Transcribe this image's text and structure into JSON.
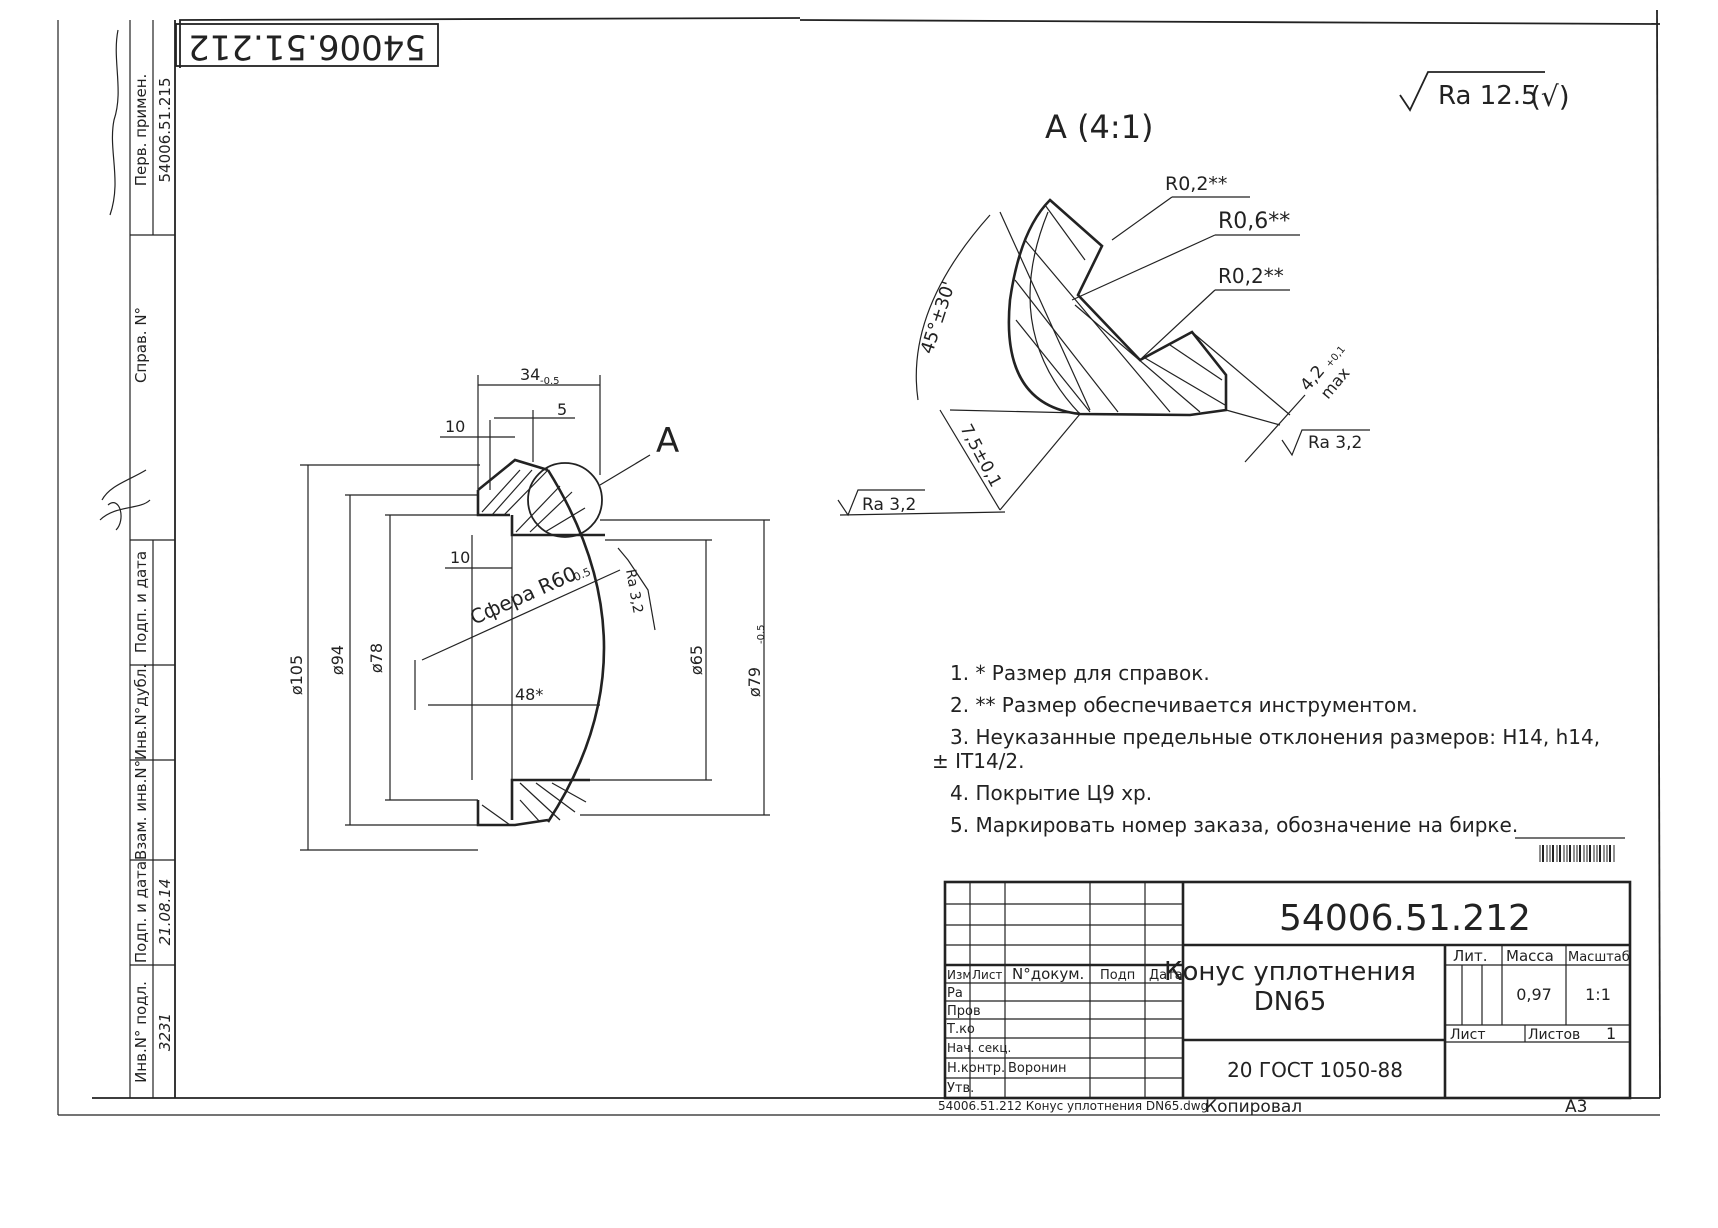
{
  "stamp": {
    "top_number": "54006.51.212",
    "format": "A3"
  },
  "roughness": {
    "general": "Ra 12.5",
    "general_paren": "(√)",
    "surface": "Ra 3.2"
  },
  "side_column": {
    "perv_primen_label": "Перв. примен.",
    "perv_primen_value": "54006.51.215",
    "sprav_label": "Справ. N°",
    "podp_data_1": "Подп. и дата",
    "inv_dubl": "Инв.N°дубл.",
    "vzam_inv": "Взам. инв.N°",
    "podp_data_2": "Подп. и дата",
    "inv_podl": "Инв.N° подл.",
    "inv_value": "3231",
    "date_signature": "21.08.14"
  },
  "main_view": {
    "dim_34": "34",
    "dim_34_tol": "-0.5",
    "dim_10_top": "10",
    "dim_5": "5",
    "dim_10_mid": "10",
    "sphere_label": "Сфера R60",
    "sphere_tol": "-0.5",
    "dim_48": "48*",
    "dia_105": "ø105",
    "dia_94": "ø94",
    "dia_78": "ø78",
    "dia_65": "ø65",
    "dia_79": "ø79",
    "dia_79_tol": "-0.5",
    "ra_label": "Ra 3,2",
    "view_marker": "A"
  },
  "detail_view": {
    "title": "A (4:1)",
    "r1": "R0,2**",
    "r2": "R0,6**",
    "r3": "R0,2**",
    "angle": "45°±30'",
    "dim_75": "7,5±0,1",
    "dim_42": "4,2",
    "dim_42_tol": "+0,1",
    "dim_42_max": "max",
    "ra_left": "Ra 3,2",
    "ra_right": "Ra 3,2"
  },
  "notes": [
    "1. * Размер для справок.",
    "2. ** Размер обеспечивается инструментом.",
    "3.  Неуказанные предельные отклонения размеров: H14, h14,",
    "± IT14/2.",
    "4. Покрытие Ц9 хр.",
    "5.  Маркировать  номер  заказа,  обозначение  на  бирке."
  ],
  "title_block": {
    "doc_number": "54006.51.212",
    "name_line1": "Конус уплотнения",
    "name_line2": "DN65",
    "material": "20 ГОСТ 1050-88",
    "hdr_izm": "Изм",
    "hdr_list": "Лист",
    "hdr_ndokum": "N°докум.",
    "hdr_podp": "Подп",
    "hdr_data": "Дата",
    "row_razr": "Ра",
    "row_prov": "Пров",
    "row_tkontr": "Т.ко",
    "row_nach": "Нач. секц.",
    "row_nkontr": "Н.контр.",
    "row_utv": "Утв.",
    "nkontr_name": "Воронин",
    "lit_label": "Лит.",
    "massa_label": "Масса",
    "masshtab_label": "Масштаб",
    "massa_value": "0,97",
    "masshtab_value": "1:1",
    "list_label": "Лист",
    "listov_label": "Листов",
    "listov_value": "1",
    "bottom_ref": "54006.51.212 Конус уплотнения DN65.dwg",
    "kopiroval": "Копировал",
    "format": "A3"
  }
}
